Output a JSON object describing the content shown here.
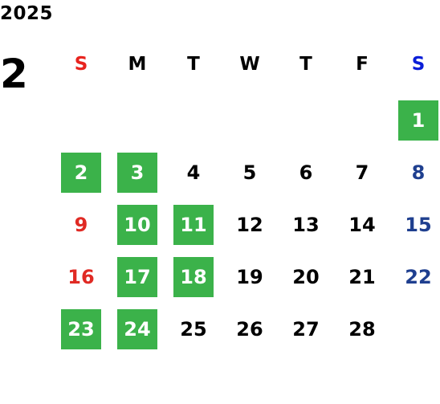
{
  "calendar": {
    "year": "2025",
    "month": "2",
    "weekdays": [
      "S",
      "M",
      "T",
      "W",
      "T",
      "F",
      "S"
    ],
    "first_weekday_index": 6,
    "days": [
      "1",
      "2",
      "3",
      "4",
      "5",
      "6",
      "7",
      "8",
      "9",
      "10",
      "11",
      "12",
      "13",
      "14",
      "15",
      "16",
      "17",
      "18",
      "19",
      "20",
      "21",
      "22",
      "23",
      "24",
      "25",
      "26",
      "27",
      "28"
    ],
    "highlighted_days": [
      "1",
      "2",
      "3",
      "10",
      "11",
      "17",
      "18",
      "23",
      "24"
    ]
  },
  "colors": {
    "highlight_bg": "#3bb24a",
    "highlight_text": "#ffffff",
    "sunday_header": "#e8231e",
    "saturday_header": "#0a1ed8",
    "sunday_day": "#e02a24",
    "saturday_day": "#1f3f8f",
    "weekday_text": "#000000"
  }
}
